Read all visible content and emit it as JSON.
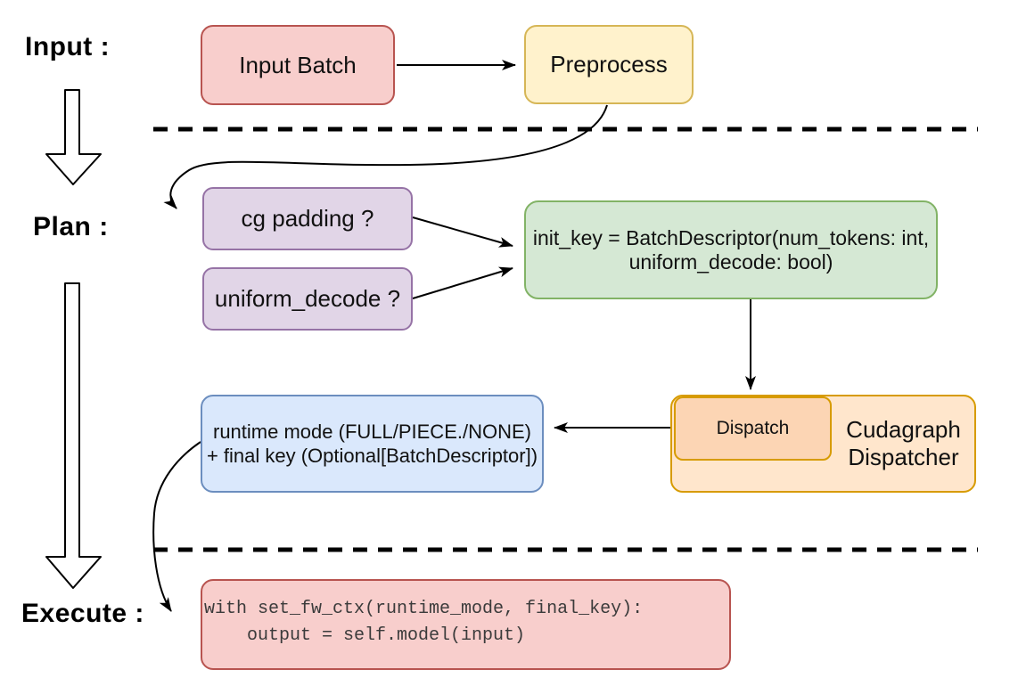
{
  "section_labels": {
    "input": "Input :",
    "plan": "Plan :",
    "execute": "Execute :"
  },
  "nodes": {
    "input_batch": {
      "label": "Input Batch"
    },
    "preprocess": {
      "label": "Preprocess"
    },
    "cg_padding": {
      "label": "cg padding ?"
    },
    "uniform_decode": {
      "label": "uniform_decode ?"
    },
    "init_key": {
      "line1": "init_key = BatchDescriptor(num_tokens: int,",
      "line2": "uniform_decode: bool)"
    },
    "dispatch": {
      "label": "Dispatch"
    },
    "cudagraph_dispatcher": {
      "line1": "Cudagraph",
      "line2": "Dispatcher"
    },
    "runtime_mode": {
      "line1": "runtime mode (FULL/PIECE./NONE)",
      "line2": "+ final key (Optional[BatchDescriptor])"
    },
    "execute_code": {
      "line1": "with set_fw_ctx(runtime_mode, final_key):",
      "line2": "    output = self.model(input)"
    }
  },
  "colors": {
    "red_fill": "#f8cecc",
    "red_stroke": "#b85450",
    "yellow_fill": "#fff2cc",
    "yellow_stroke": "#d6b656",
    "purple_fill": "#e1d5e7",
    "purple_stroke": "#9673a6",
    "green_fill": "#d5e8d4",
    "green_stroke": "#82b366",
    "orange_fill": "#ffe6cc",
    "orange_inner_fill": "#fcd5b4",
    "orange_stroke": "#d79b00",
    "blue_fill": "#dae8fc",
    "blue_stroke": "#6c8ebf",
    "connector": "#000000",
    "code_text": "#3b3b3b"
  }
}
